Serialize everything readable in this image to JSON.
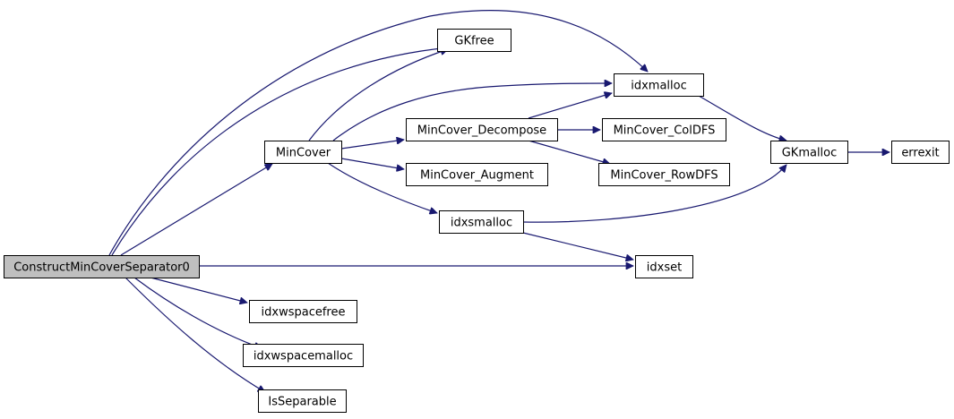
{
  "nodes": [
    {
      "id": "root",
      "label": "ConstructMinCoverSeparator0",
      "root": true
    },
    {
      "id": "gkfree",
      "label": "GKfree"
    },
    {
      "id": "idxmalloc",
      "label": "idxmalloc"
    },
    {
      "id": "mincover",
      "label": "MinCover"
    },
    {
      "id": "decompose",
      "label": "MinCover_Decompose"
    },
    {
      "id": "coldfs",
      "label": "MinCover_ColDFS"
    },
    {
      "id": "augment",
      "label": "MinCover_Augment"
    },
    {
      "id": "rowdfs",
      "label": "MinCover_RowDFS"
    },
    {
      "id": "gkmalloc",
      "label": "GKmalloc"
    },
    {
      "id": "errexit",
      "label": "errexit"
    },
    {
      "id": "idxsmalloc",
      "label": "idxsmalloc"
    },
    {
      "id": "idxset",
      "label": "idxset"
    },
    {
      "id": "idxwspacefree",
      "label": "idxwspacefree"
    },
    {
      "id": "idxwspacemalloc",
      "label": "idxwspacemalloc"
    },
    {
      "id": "isseparable",
      "label": "IsSeparable"
    }
  ],
  "edges": [
    {
      "from": "root",
      "to": "idxmalloc"
    },
    {
      "from": "root",
      "to": "gkfree"
    },
    {
      "from": "root",
      "to": "mincover"
    },
    {
      "from": "root",
      "to": "idxset"
    },
    {
      "from": "root",
      "to": "idxwspacefree"
    },
    {
      "from": "root",
      "to": "idxwspacemalloc"
    },
    {
      "from": "root",
      "to": "isseparable"
    },
    {
      "from": "mincover",
      "to": "gkfree"
    },
    {
      "from": "mincover",
      "to": "idxmalloc"
    },
    {
      "from": "mincover",
      "to": "decompose"
    },
    {
      "from": "mincover",
      "to": "augment"
    },
    {
      "from": "mincover",
      "to": "idxsmalloc"
    },
    {
      "from": "decompose",
      "to": "idxmalloc"
    },
    {
      "from": "decompose",
      "to": "coldfs"
    },
    {
      "from": "decompose",
      "to": "rowdfs"
    },
    {
      "from": "idxmalloc",
      "to": "gkmalloc"
    },
    {
      "from": "idxsmalloc",
      "to": "gkmalloc"
    },
    {
      "from": "idxsmalloc",
      "to": "idxset"
    },
    {
      "from": "gkmalloc",
      "to": "errexit"
    }
  ]
}
